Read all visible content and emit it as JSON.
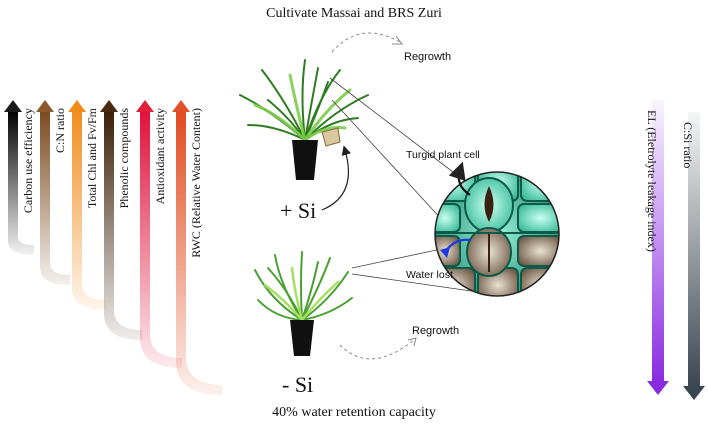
{
  "title": "Cultivate Massai and BRS Zuri",
  "footer": "40% water retention capacity",
  "treatments": {
    "plus_si": "+ Si",
    "minus_si": "- Si"
  },
  "annotations": {
    "regrowth_top": "Regrowth",
    "regrowth_bottom": "Regrowth",
    "turgid_cell": "Turgid plant cell",
    "water_lost": "Water lost"
  },
  "increase_arrows": [
    {
      "label": "Carbon use efficiency",
      "color": "#1a1a1a"
    },
    {
      "label": "C:N ratio",
      "color": "#8a5a2b"
    },
    {
      "label": "Total Chl and Fv/Fm",
      "color": "#f08c1e"
    },
    {
      "label": "Phenolic compounds",
      "color": "#4a2a10"
    },
    {
      "label": "Antioxidant activity",
      "color": "#e0203a"
    },
    {
      "label": "RWC (Relative Water Content)",
      "color": "#e0502a"
    }
  ],
  "decrease_arrows": [
    {
      "label": "EL (Eletrolyte leakage index)",
      "color": "#8a2be2"
    },
    {
      "label": "C:Si ratio",
      "color": "#3a4650"
    }
  ]
}
